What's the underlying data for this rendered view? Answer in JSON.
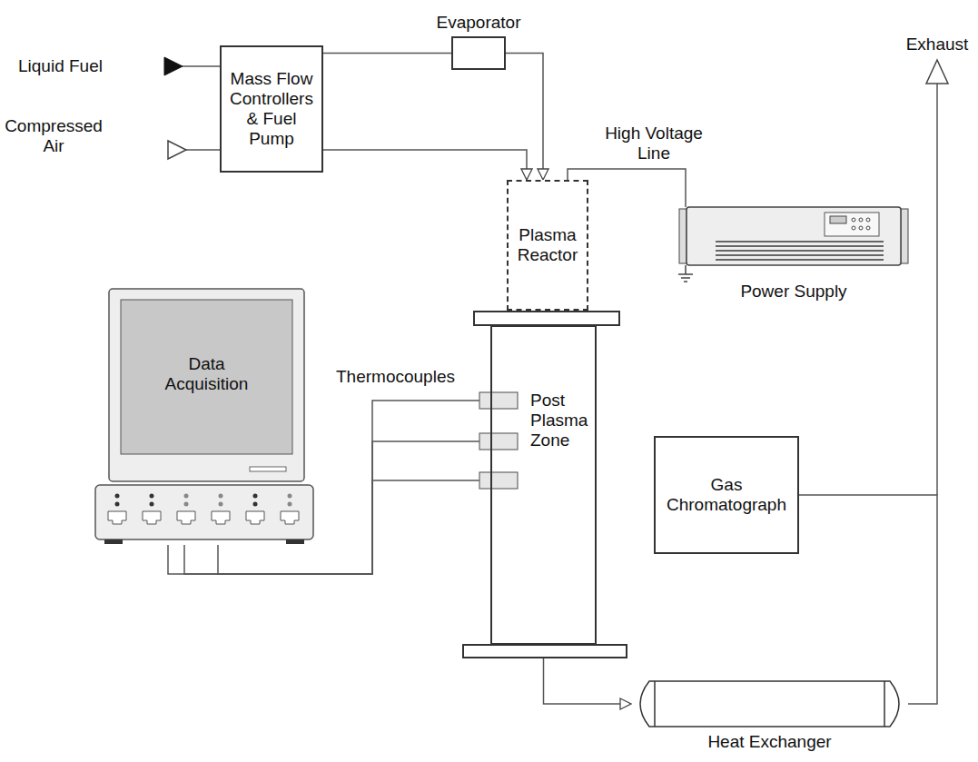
{
  "diagram": {
    "nodes": [
      {
        "text": [
          "Mass Flow Controllers & Fuel Pump"
        ]
      },
      {
        "text": [
          "Evaporator"
        ]
      },
      {
        "text": [
          "Plasma Reactor"
        ]
      },
      {
        "text": [
          "Power Supply"
        ]
      },
      {
        "text": [
          "Data Acquisition"
        ]
      },
      {
        "text": [
          "Post Plasma Zone"
        ]
      },
      {
        "text": [
          "Gas Chromatograph"
        ]
      },
      {
        "text": [
          "Heat Exchanger"
        ]
      }
    ],
    "edges": [
      {
        "from": 0,
        "to": 1,
        "arrow": "none"
      },
      {
        "from": 1,
        "to": 2,
        "arrow": "to"
      },
      {
        "from": 0,
        "to": 2,
        "arrow": "to"
      },
      {
        "from": 2,
        "to": 3,
        "label": "High Voltage Line",
        "arrow": "none"
      },
      {
        "from": 4,
        "to": 5,
        "arrow": "none"
      },
      {
        "from": 4,
        "to": 5,
        "arrow": "none"
      },
      {
        "from": 4,
        "to": 5,
        "arrow": "none"
      },
      {
        "from": 5,
        "to": 7,
        "arrow": "to"
      },
      {
        "from": 7,
        "to": 6,
        "arrow": "none"
      }
    ],
    "labels": [
      "Liquid Fuel",
      "Compressed Air",
      "Exhaust",
      "Thermocouples"
    ]
  }
}
